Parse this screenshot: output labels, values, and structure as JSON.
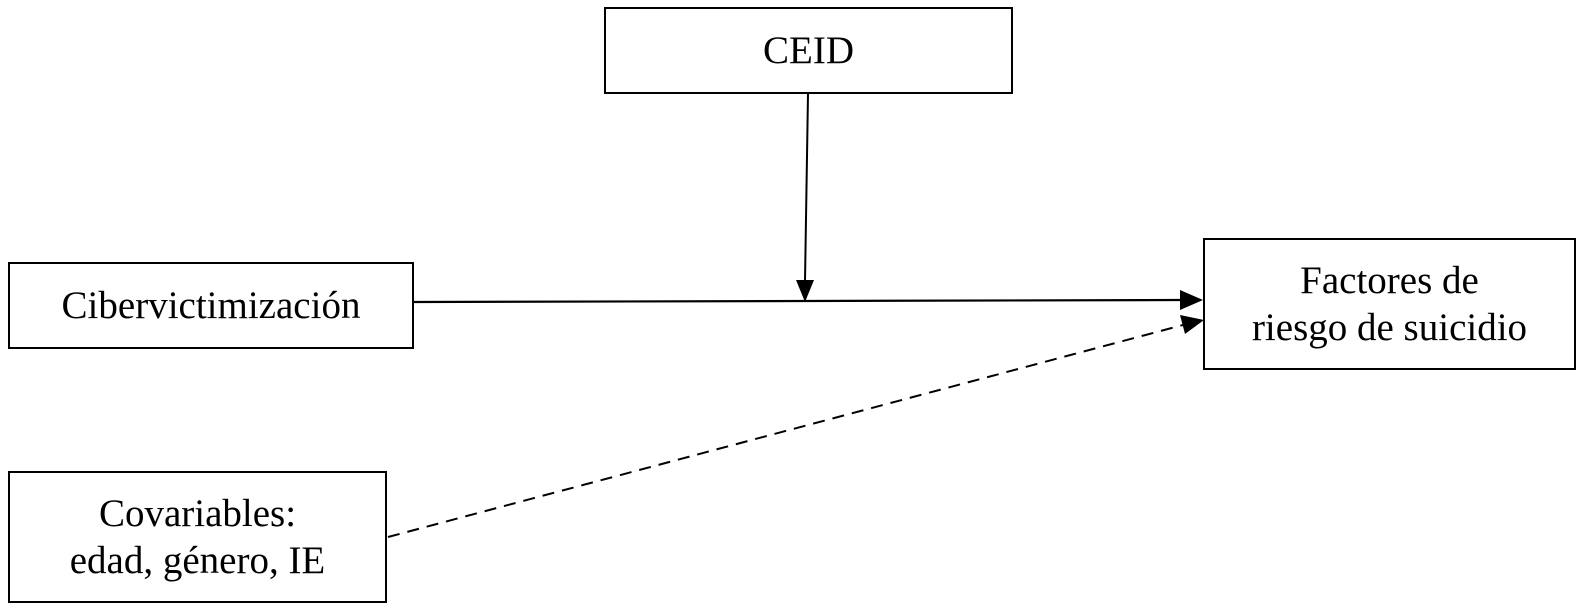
{
  "nodes": {
    "moderator": {
      "label": "CEID"
    },
    "predictor": {
      "label": "Cibervictimización"
    },
    "outcome": {
      "line1": "Factores de",
      "line2": "riesgo de suicidio"
    },
    "covariates": {
      "line1": "Covariables:",
      "line2": "edad, género, IE"
    }
  },
  "edges": [
    {
      "from": "predictor",
      "to": "outcome",
      "style": "solid"
    },
    {
      "from": "moderator",
      "to": "predictor-outcome path",
      "style": "solid"
    },
    {
      "from": "covariates",
      "to": "outcome",
      "style": "dashed"
    }
  ],
  "colors": {
    "line": "#000000",
    "box_border": "#000000",
    "background": "#ffffff"
  }
}
